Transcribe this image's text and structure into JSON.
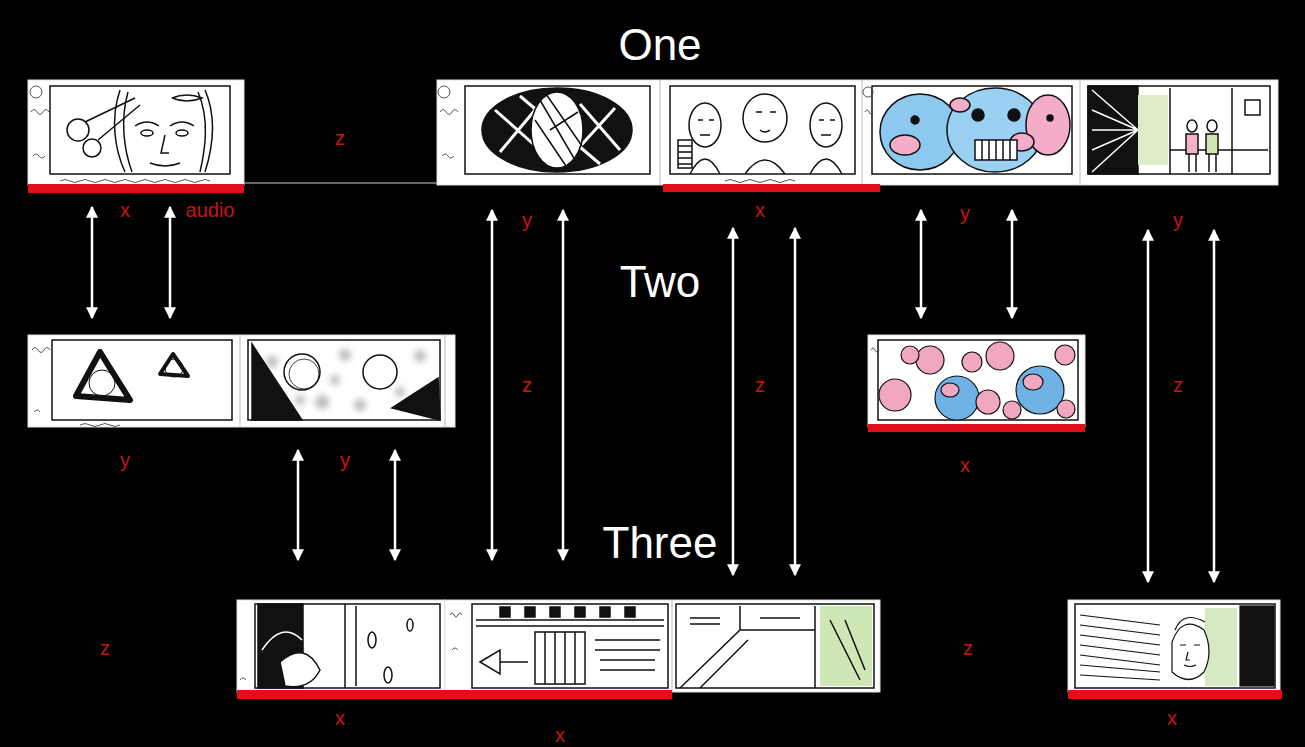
{
  "diagram": {
    "nodes": [
      {
        "text": [
          "x",
          "audio"
        ]
      },
      {
        "text": [
          "y"
        ]
      },
      {
        "text": [
          "x"
        ]
      },
      {
        "text": [
          "y"
        ]
      },
      {
        "text": [
          "y"
        ]
      },
      {
        "text": [
          "y"
        ]
      },
      {
        "text": [
          "y"
        ]
      },
      {
        "text": [
          "x"
        ]
      },
      {
        "text": [
          "x"
        ]
      },
      {
        "text": [
          "x"
        ]
      },
      {
        "text": [
          "x"
        ]
      }
    ],
    "edges": [
      {
        "from": 0,
        "to": 5,
        "arrow": "both"
      },
      {
        "from": 0,
        "to": 5,
        "arrow": "both"
      },
      {
        "from": 1,
        "to": 9,
        "arrow": "both"
      },
      {
        "from": 1,
        "to": 9,
        "arrow": "both"
      },
      {
        "from": 2,
        "to": 9,
        "arrow": "both"
      },
      {
        "from": 2,
        "to": 9,
        "arrow": "both"
      },
      {
        "from": 3,
        "to": 7,
        "arrow": "both"
      },
      {
        "from": 3,
        "to": 7,
        "arrow": "both"
      },
      {
        "from": 4,
        "to": 10,
        "arrow": "both"
      },
      {
        "from": 4,
        "to": 10,
        "arrow": "both"
      },
      {
        "from": 6,
        "to": 8,
        "arrow": "both"
      },
      {
        "from": 6,
        "to": 8,
        "arrow": "both"
      }
    ],
    "labels": [
      "One",
      "z",
      "Two",
      "z",
      "z",
      "z",
      "Three",
      "z",
      "z"
    ]
  }
}
